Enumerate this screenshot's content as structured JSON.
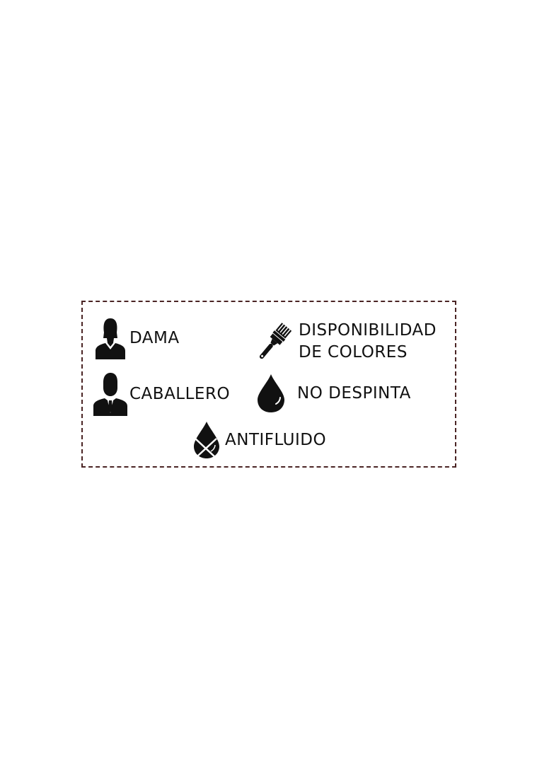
{
  "features": [
    {
      "id": "dama",
      "label": "DAMA",
      "icon": "woman-icon"
    },
    {
      "id": "caballero",
      "label": "CABALLERO",
      "icon": "man-icon"
    },
    {
      "id": "colores",
      "label_line1": "DISPONIBILIDAD",
      "label_line2": "DE COLORES",
      "icon": "paintbrush-icon"
    },
    {
      "id": "no-despinta",
      "label": "NO DESPINTA",
      "icon": "drop-icon"
    },
    {
      "id": "antifluido",
      "label": "ANTIFLUIDO",
      "icon": "crossed-drop-icon"
    }
  ],
  "colors": {
    "border": "#4a2424",
    "text": "#111111",
    "icon": "#111111"
  }
}
